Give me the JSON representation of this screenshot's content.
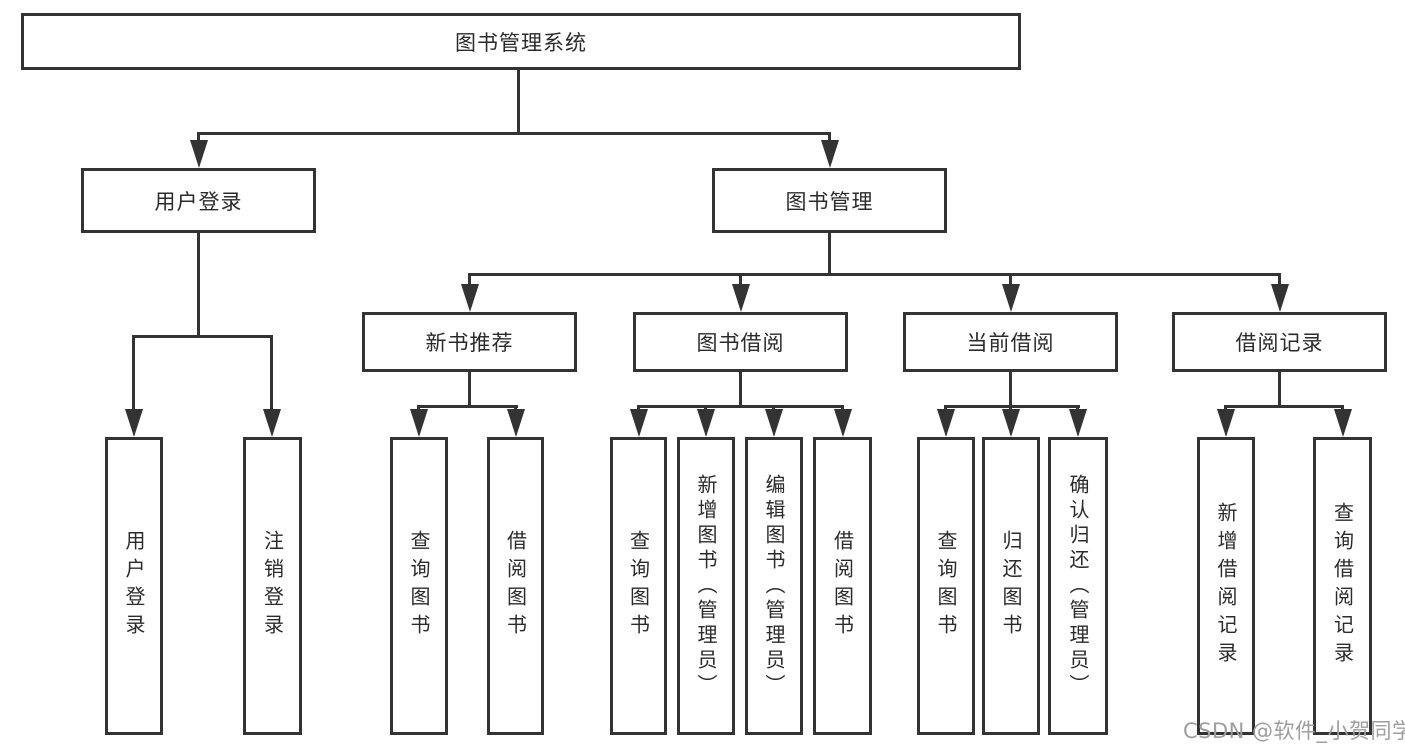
{
  "tree": {
    "root": "图书管理系统",
    "level2": [
      {
        "label": "用户登录",
        "children": [
          "用户登录",
          "注销登录"
        ]
      },
      {
        "label": "图书管理"
      }
    ],
    "level3": [
      {
        "label": "新书推荐",
        "children": [
          "查询图书",
          "借阅图书"
        ]
      },
      {
        "label": "图书借阅",
        "children": [
          "查询图书",
          "新增图书（管理员）",
          "编辑图书（管理员）",
          "借阅图书"
        ]
      },
      {
        "label": "当前借阅",
        "children": [
          "查询图书",
          "归还图书",
          "确认归还（管理员）"
        ]
      },
      {
        "label": "借阅记录",
        "children": [
          "新增借阅记录",
          "查询借阅记录"
        ]
      }
    ]
  },
  "watermark": "CSDN @软件_小贺同学",
  "colors": {
    "line": "#333333",
    "text": "#2b2b2b",
    "watermark": "#9e9e9e",
    "background": "#ffffff"
  }
}
